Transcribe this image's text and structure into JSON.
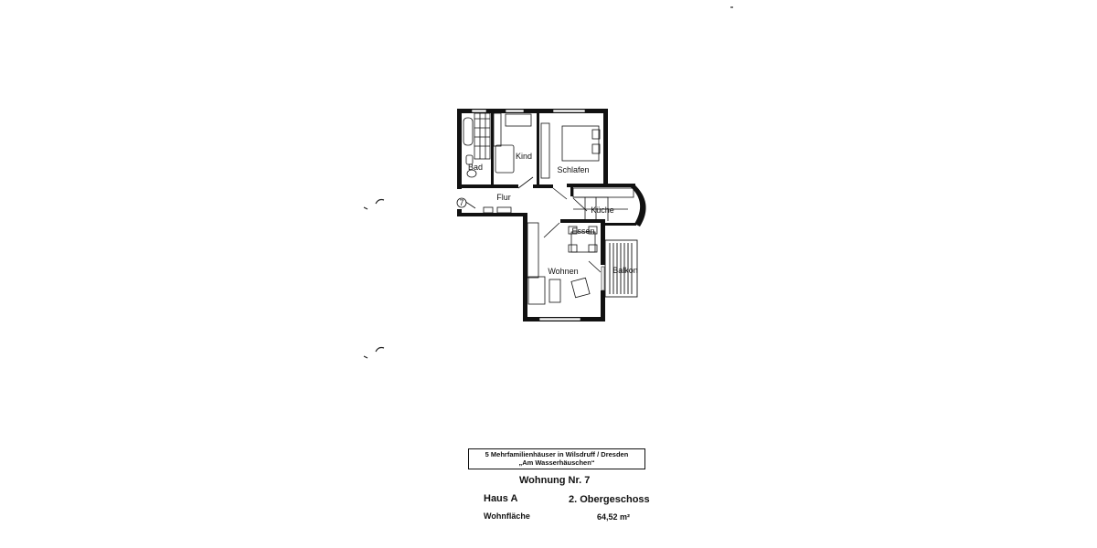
{
  "rooms": {
    "bad": "Bad",
    "kind": "Kind",
    "schlafen": "Schlafen",
    "flur": "Flur",
    "kueche": "Küche",
    "essen": "Essen",
    "wohnen": "Wohnen",
    "balkon": "Balkon",
    "unit_marker": "7"
  },
  "title_box": {
    "line1": "5 Mehrfamilienhäuser in Wilsdruff / Dresden",
    "line2": "„Am Wasserhäuschen“"
  },
  "info": {
    "apartment": "Wohnung Nr. 7",
    "house": "Haus A",
    "floor": "2. Obergeschoss",
    "area_label": "Wohnfläche",
    "area_value": "64,52 m²"
  },
  "colors": {
    "wall": "#111111",
    "background": "#ffffff"
  }
}
